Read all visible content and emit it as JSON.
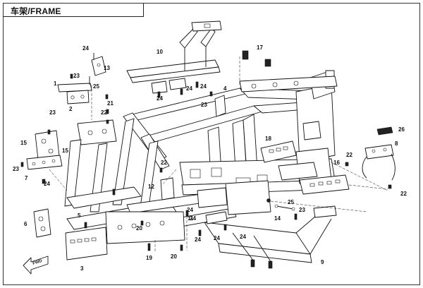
{
  "header": {
    "title": "车架/FRAME"
  },
  "direction_marker": {
    "label": "FWD"
  },
  "callouts": [
    "1",
    "2",
    "3",
    "4",
    "5",
    "6",
    "7",
    "8",
    "9",
    "10",
    "11",
    "12",
    "13",
    "14",
    "15",
    "16",
    "17",
    "18",
    "19",
    "20",
    "21",
    "22",
    "23",
    "24",
    "25",
    "26"
  ]
}
